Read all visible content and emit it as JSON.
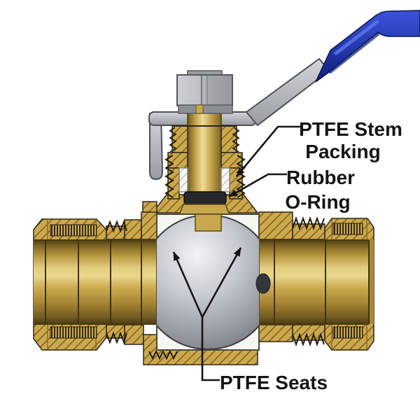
{
  "diagram": {
    "type": "ball-valve-cutaway",
    "labels": {
      "stem_packing": {
        "line1": "PTFE Stem",
        "line2": "Packing"
      },
      "o_ring": {
        "line1": "Rubber",
        "line2": "O-Ring"
      },
      "seats": {
        "text": "PTFE Seats"
      }
    },
    "colors": {
      "ink": "#151515",
      "background": "#ffffff",
      "brass": "#cda94e",
      "brass_line": "#7d5f1e",
      "bore_light": "#e9d88e",
      "seat_white": "#f6f6f2",
      "oring_black": "#26282c",
      "ball_gray": "#94979e",
      "steel": "#c0c2c6",
      "handle_blue": "#1f36c2",
      "handle_blue_dark": "#101f7c"
    }
  }
}
